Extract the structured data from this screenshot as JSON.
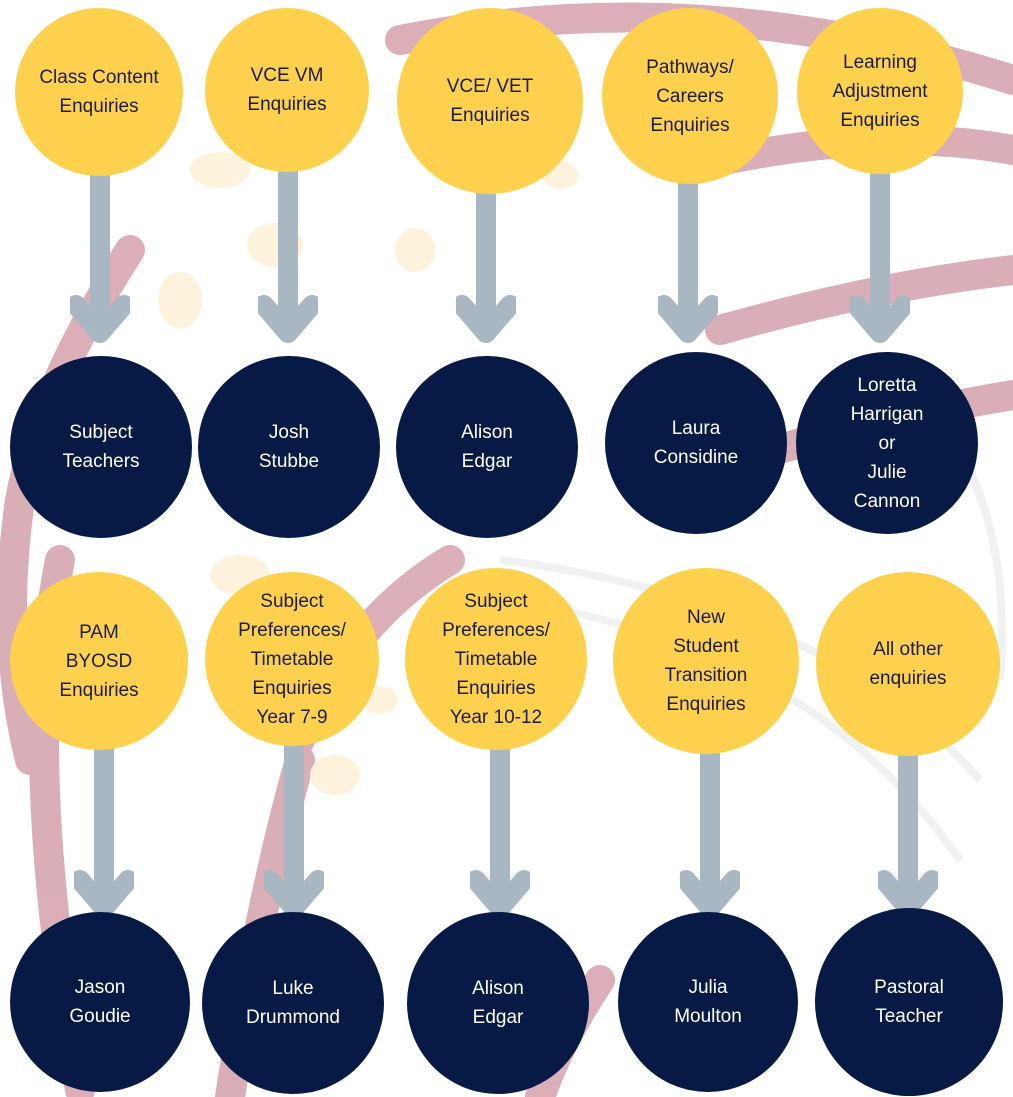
{
  "colors": {
    "question_fill": "#fdd14e",
    "contact_fill": "#071a45",
    "arrow": "#a8b7c2",
    "swirl": "#d29aa6",
    "blob": "#fdf3dc"
  },
  "rows": [
    {
      "flows": [
        {
          "question": "Class Content\nEnquiries",
          "contact": "Subject\nTeachers"
        },
        {
          "question": "VCE VM\nEnquiries",
          "contact": "Josh\nStubbe"
        },
        {
          "question": "VCE/ VET\nEnquiries",
          "contact": "Alison\nEdgar"
        },
        {
          "question": "Pathways/\nCareers\nEnquiries",
          "contact": "Laura\nConsidine"
        },
        {
          "question": "Learning\nAdjustment\nEnquiries",
          "contact": "Loretta\nHarrigan\nor\nJulie\nCannon"
        }
      ]
    },
    {
      "flows": [
        {
          "question": "PAM\nBYOSD\nEnquiries",
          "contact": "Jason\nGoudie"
        },
        {
          "question": "Subject\nPreferences/\nTimetable\nEnquiries\nYear 7-9",
          "contact": "Luke\nDrummond"
        },
        {
          "question": "Subject\nPreferences/\nTimetable\nEnquiries\nYear 10-12",
          "contact": "Alison\nEdgar"
        },
        {
          "question": "New\nStudent\nTransition\nEnquiries",
          "contact": "Julia\nMoulton"
        },
        {
          "question": "All other\nenquiries",
          "contact": "Pastoral\nTeacher"
        }
      ]
    }
  ]
}
